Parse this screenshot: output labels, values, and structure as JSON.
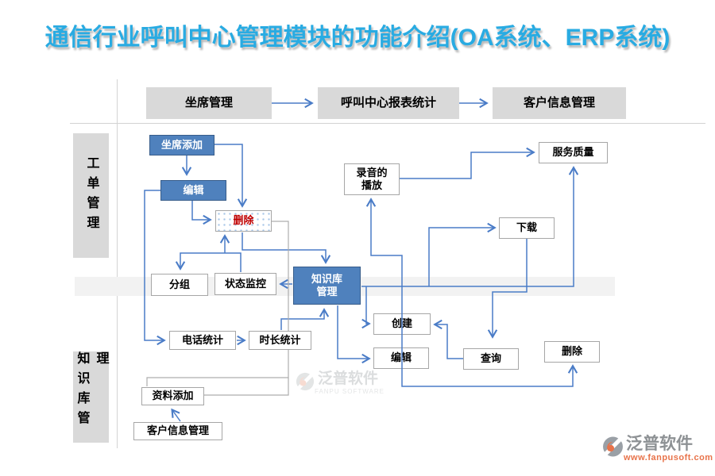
{
  "title": "通信行业呼叫中心管理模块的功能介绍(OA系统、ERP系统)",
  "colors": {
    "title": "#29abe2",
    "blue_node": "#4f81bd",
    "gray_node": "#d9d9d9",
    "connector": "#4a7cc7",
    "connector_gray": "#adadad",
    "delete_text": "#c00000",
    "band": "#f2f2f2"
  },
  "lanes": [
    {
      "label": "工单管理"
    },
    {
      "label": "知识库管理"
    }
  ],
  "top_row": [
    {
      "label": "坐席管理"
    },
    {
      "label": "呼叫中心报表统计"
    },
    {
      "label": "客户信息管理"
    }
  ],
  "nodes": {
    "zuoxi_add": "坐席添加",
    "bianji1": "编辑",
    "shanchu1": "删除",
    "fenzu": "分组",
    "zhuangtai_jiankong": "状态监控",
    "zhishiku_guanli": "知识库\n管理",
    "dianhua_tongji": "电话统计",
    "shichang_tongji": "时长统计",
    "luyin_bofang": "录音的\n播放",
    "fuwu_zhiliang": "服务质量",
    "xiazai": "下载",
    "chuangjian": "创建",
    "bianji2": "编辑",
    "chaxun": "查询",
    "shanchu2": "删除",
    "ziliao_add": "资料添加",
    "kehu_xinxi": "客户信息管理"
  },
  "watermark": {
    "text": "泛普软件",
    "subtext": "FANPU SOFTWARE"
  },
  "logo": {
    "text": "泛普软件",
    "url": "www.fanpusoft.com"
  }
}
